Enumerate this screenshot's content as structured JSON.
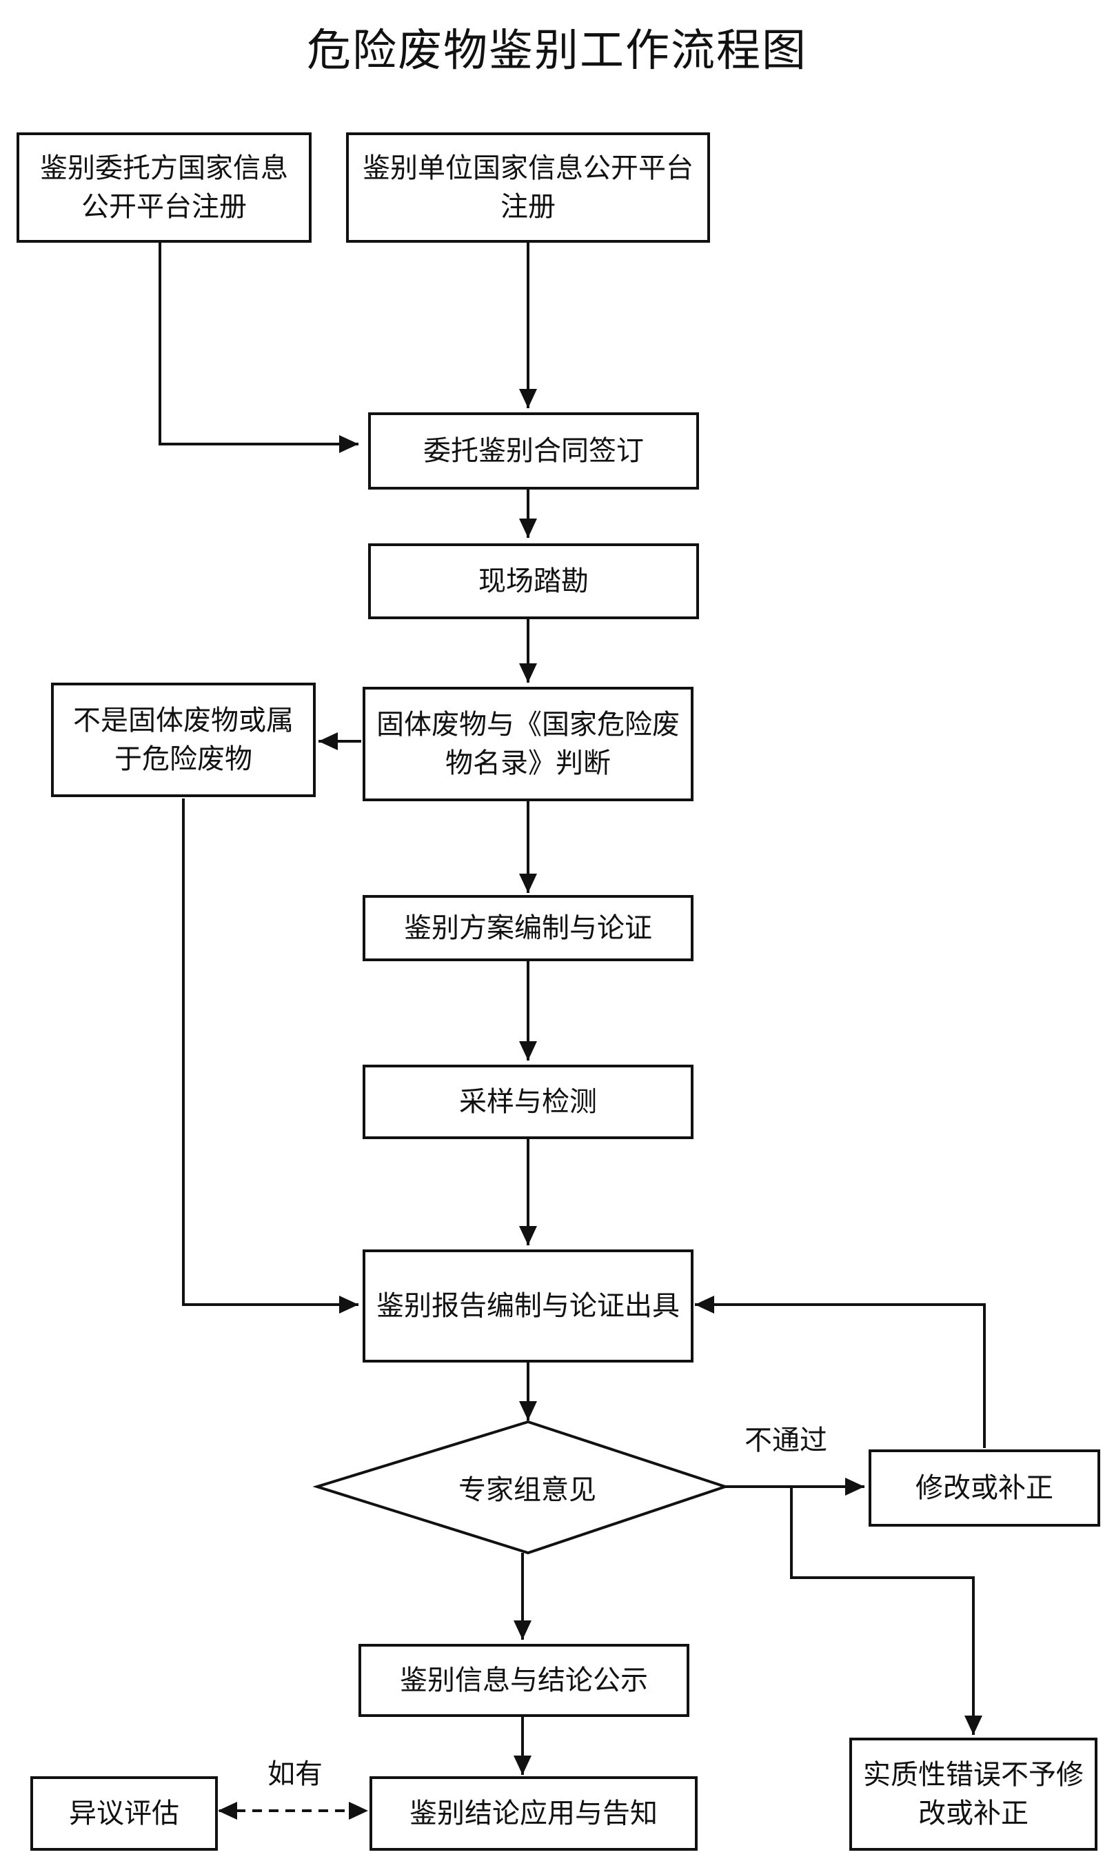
{
  "title": "危险废物鉴别工作流程图",
  "boxes": {
    "client_register": "鉴别委托方国家信息公开平台注册",
    "unit_register": "鉴别单位国家信息公开平台注册",
    "contract": "委托鉴别合同签订",
    "site_survey": "现场踏勘",
    "judgement": "固体废物与《国家危险废物名录》判断",
    "not_hazardous": "不是固体废物或属于危险废物",
    "plan": "鉴别方案编制与论证",
    "sampling": "采样与检测",
    "report": "鉴别报告编制与论证出具",
    "expert": "专家组意见",
    "revise": "修改或补正",
    "publicity": "鉴别信息与结论公示",
    "substantive_error": "实质性错误不予修改或补正",
    "objection": "异议评估",
    "application": "鉴别结论应用与告知"
  },
  "labels": {
    "fail": "不通过",
    "if_any": "如有"
  }
}
